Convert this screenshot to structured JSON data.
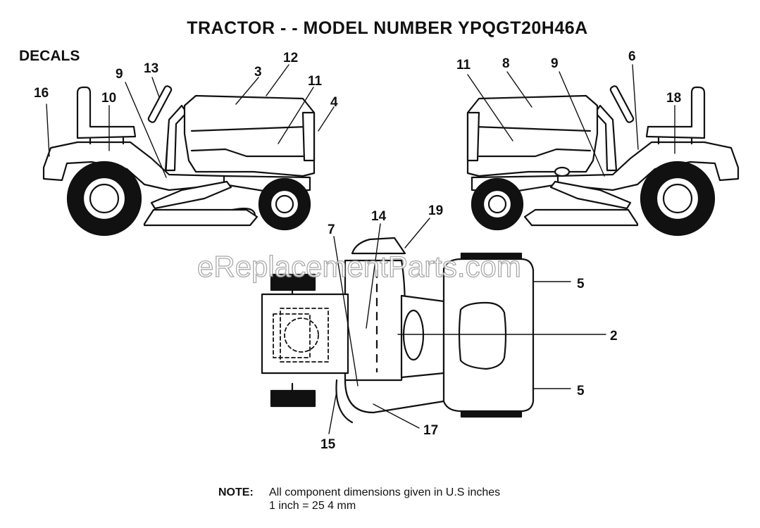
{
  "header": {
    "title": "TRACTOR - - MODEL NUMBER YPQGT20H46A"
  },
  "section": {
    "label": "DECALS"
  },
  "watermark": "eReplacementParts.com",
  "callouts": [
    "16",
    "10",
    "9",
    "13",
    "3",
    "12",
    "11",
    "4",
    "11",
    "8",
    "9",
    "6",
    "18",
    "7",
    "14",
    "19",
    "5",
    "2",
    "5",
    "17",
    "15"
  ],
  "note": {
    "label": "NOTE:",
    "line1": "All component dimensions given in U.S  inches",
    "line2": "1 inch = 25 4 mm"
  },
  "colors": {
    "ink": "#111111",
    "fill": "#ffffff",
    "tire": "#111111",
    "watermark": "#9a9a9a"
  }
}
